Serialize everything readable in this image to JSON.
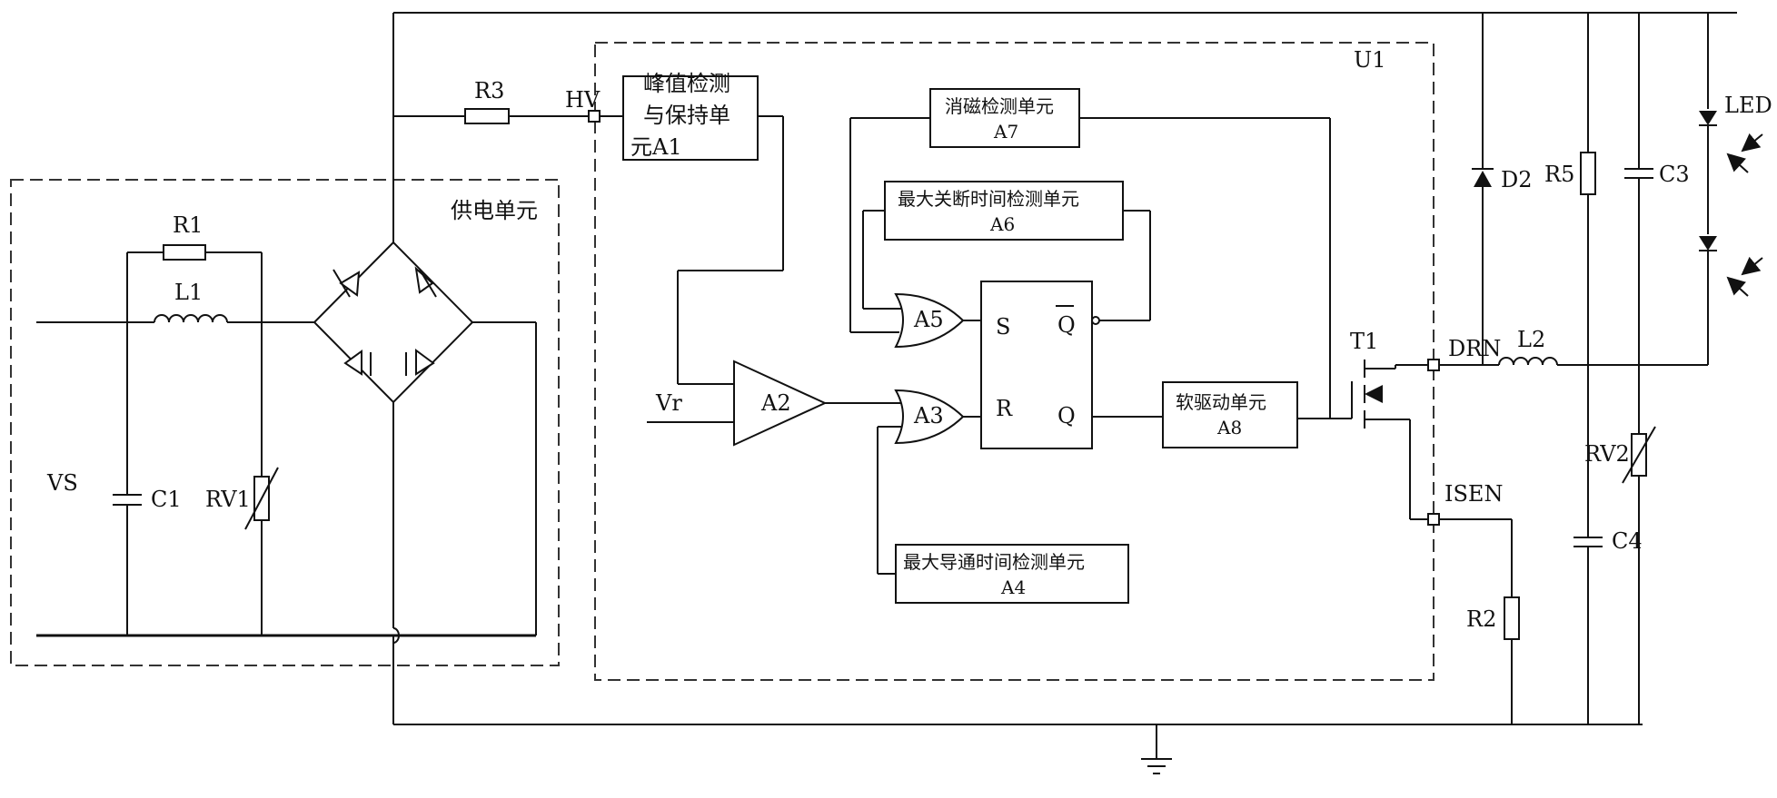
{
  "groups": {
    "power_unit": "供电单元",
    "ic": "U1"
  },
  "blocks": {
    "a1": [
      "峰值检测",
      "与保持单",
      "元A1"
    ],
    "a7": [
      "消磁检测单元",
      "A7"
    ],
    "a6": [
      "最大关断时间检测单元",
      "A6"
    ],
    "a4": [
      "最大导通时间检测单元",
      "A4"
    ],
    "a8": [
      "软驱动单元",
      "A8"
    ]
  },
  "gates": {
    "a2": "A2",
    "a3": "A3",
    "a5": "A5"
  },
  "flipflop": {
    "s": "S",
    "r": "R",
    "q": "Q",
    "qbar": "Q"
  },
  "pins": {
    "hv": "HV",
    "drn": "DRN",
    "isen": "ISEN"
  },
  "components": {
    "r1": "R1",
    "r2": "R2",
    "r3": "R3",
    "r5": "R5",
    "l1": "L1",
    "l2": "L2",
    "c1": "C1",
    "c3": "C3",
    "c4": "C4",
    "rv1": "RV1",
    "rv2": "RV2",
    "d2": "D2",
    "t1": "T1",
    "led": "LED"
  },
  "nets": {
    "vs": "VS",
    "vr": "Vr"
  }
}
